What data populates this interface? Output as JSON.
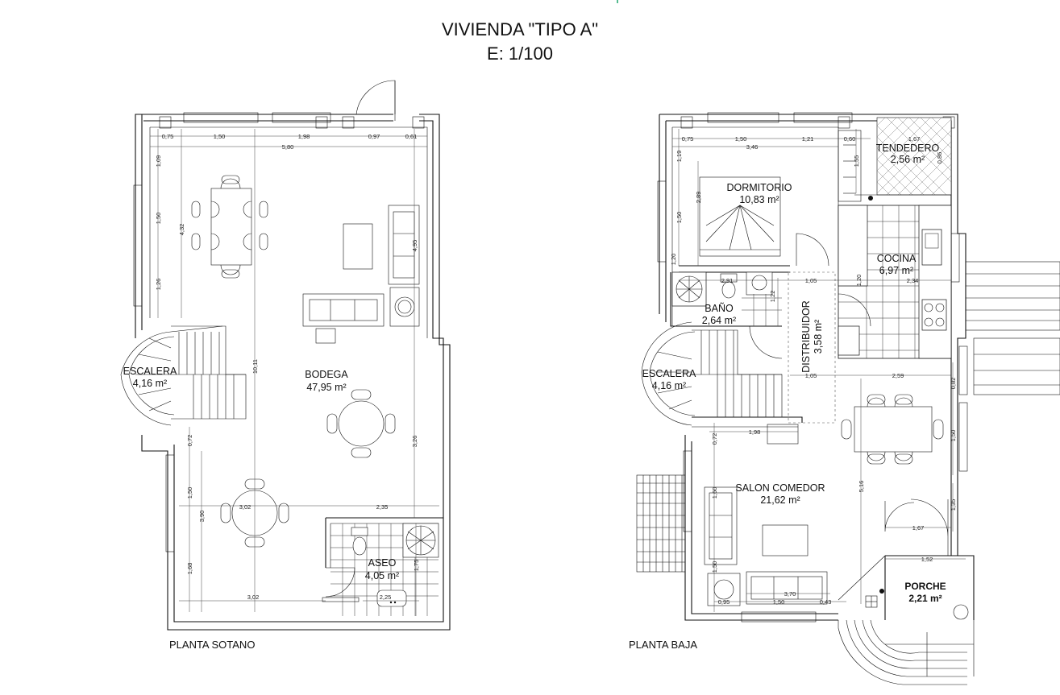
{
  "title": {
    "line1": "VIVIENDA \"TIPO A\"",
    "line2": "E: 1/100"
  },
  "plans": {
    "sotano": {
      "label": "PLANTA SOTANO",
      "rooms": {
        "escalera": {
          "name": "ESCALERA",
          "area": "4,16 m²"
        },
        "bodega": {
          "name": "BODEGA",
          "area": "47,95 m²"
        },
        "aseo": {
          "name": "ASEO",
          "area": "4,05 m²"
        }
      },
      "dims": {
        "d075": "0,75",
        "d150a": "1,50",
        "d198": "1,98",
        "d097": "0,97",
        "d061": "0,61",
        "d580": "5,80",
        "d109": "1,09",
        "d150b": "1,50",
        "d432": "4,32",
        "d126": "1,26",
        "d495": "4,95",
        "d1011": "10,11",
        "d326": "3,26",
        "d072": "0,72",
        "d150c": "1,50",
        "d390": "3,90",
        "d302a": "3,02",
        "d235": "2,35",
        "d168": "1,68",
        "d302b": "3,02",
        "d175": "1,75",
        "d225": "2,25"
      }
    },
    "baja": {
      "label": "PLANTA BAJA",
      "rooms": {
        "dormitorio": {
          "name": "DORMITORIO",
          "area": "10,83 m²"
        },
        "tendedero": {
          "name": "TENDEDERO",
          "area": "2,56 m²"
        },
        "cocina": {
          "name": "COCINA",
          "area": "6,97 m²"
        },
        "bano": {
          "name": "BAÑO",
          "area": "2,64 m²"
        },
        "distribuidor": {
          "name": "DISTRIBUIDOR",
          "area": "3,58 m²"
        },
        "escalera": {
          "name": "ESCALERA",
          "area": "4,16 m²"
        },
        "salon": {
          "name": "SALON COMEDOR",
          "area": "21,62 m²"
        },
        "porche": {
          "name": "PORCHE",
          "area": "2,21 m²"
        }
      },
      "dims": {
        "d075": "0,75",
        "d150a": "1,50",
        "d121": "1,21",
        "d060": "0,60",
        "d167a": "1,67",
        "d346": "3,46",
        "d119": "1,19",
        "d289": "2,89",
        "d150b": "1,50",
        "d155": "1,55",
        "d120a": "1,20",
        "d120b": "1,20",
        "d291": "2,91",
        "d105a": "1,05",
        "d234": "2,34",
        "d122": "1,22",
        "d105b": "1,05",
        "d259": "2,59",
        "d082": "0,82",
        "d198": "1,98",
        "d072": "0,72",
        "d150c": "1,50",
        "d516": "5,16",
        "d150d": "1,50",
        "d135": "1,35",
        "d167b": "1,67",
        "d152": "1,52",
        "d160": "1,60",
        "d370": "3,70",
        "d095": "0,95",
        "d150e": "1,50",
        "d043": "0,43",
        "d086": "0,86"
      }
    }
  }
}
